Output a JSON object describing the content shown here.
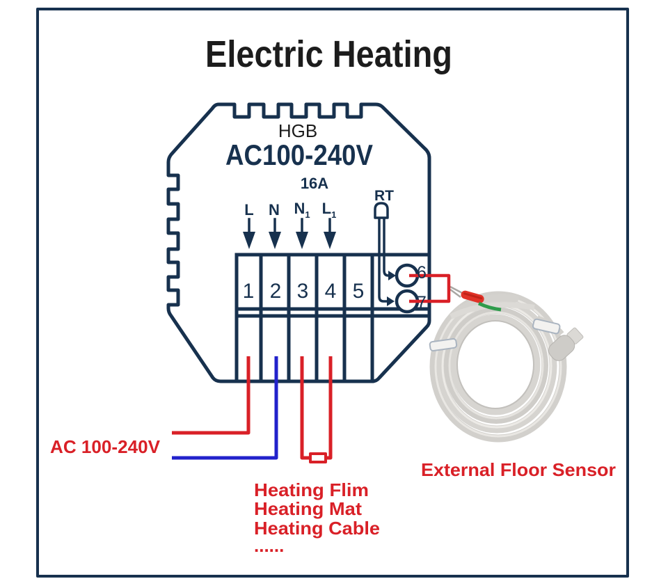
{
  "header": {
    "title": "Electric Heating"
  },
  "colors": {
    "diagram_ink": "#17314e",
    "wire_red": "#d92027",
    "wire_blue": "#2222cb",
    "title_ink": "#1c1c1c"
  },
  "thermostat": {
    "model": "HGB",
    "voltage_rating": "AC100-240V",
    "current_rating": "16A",
    "sensor_port_label": "RT",
    "input_labels": [
      {
        "main": "L",
        "sub": ""
      },
      {
        "main": "N",
        "sub": ""
      },
      {
        "main": "N",
        "sub": "1"
      },
      {
        "main": "L",
        "sub": "1"
      }
    ],
    "terminal_numbers": [
      "1",
      "2",
      "3",
      "4",
      "5"
    ],
    "sensor_terminal_numbers": [
      "6",
      "7"
    ]
  },
  "annotations": {
    "power_label": "AC 100-240V",
    "load_labels": [
      "Heating Flim",
      "Heating Mat",
      "Heating Cable",
      "......"
    ],
    "sensor_label": "External Floor Sensor"
  }
}
